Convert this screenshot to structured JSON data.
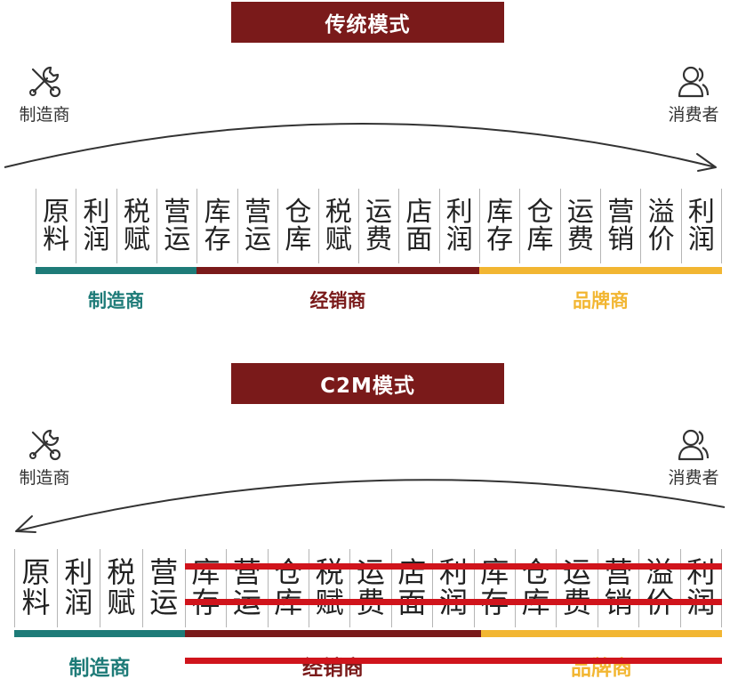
{
  "sections": {
    "traditional": {
      "title": "传统模式",
      "manufacturer_label": "制造商",
      "consumer_label": "消费者",
      "cells": [
        [
          "原",
          "料"
        ],
        [
          "利",
          "润"
        ],
        [
          "税",
          "赋"
        ],
        [
          "营",
          "运"
        ],
        [
          "库",
          "存"
        ],
        [
          "营",
          "运"
        ],
        [
          "仓",
          "库"
        ],
        [
          "税",
          "赋"
        ],
        [
          "运",
          "费"
        ],
        [
          "店",
          "面"
        ],
        [
          "利",
          "润"
        ],
        [
          "库",
          "存"
        ],
        [
          "仓",
          "库"
        ],
        [
          "运",
          "费"
        ],
        [
          "营",
          "销"
        ],
        [
          "溢",
          "价"
        ],
        [
          "利",
          "润"
        ]
      ],
      "segments": [
        {
          "label": "制造商",
          "color": "#1e7b78"
        },
        {
          "label": "经销商",
          "color": "#7a1a1a"
        },
        {
          "label": "品牌商",
          "color": "#f2b632"
        }
      ]
    },
    "c2m": {
      "title": "C2M模式",
      "manufacturer_label": "制造商",
      "consumer_label": "消费者",
      "cells": [
        [
          "原",
          "料"
        ],
        [
          "利",
          "润"
        ],
        [
          "税",
          "赋"
        ],
        [
          "营",
          "运"
        ],
        [
          "库",
          "存"
        ],
        [
          "营",
          "运"
        ],
        [
          "仓",
          "库"
        ],
        [
          "税",
          "赋"
        ],
        [
          "运",
          "费"
        ],
        [
          "店",
          "面"
        ],
        [
          "利",
          "润"
        ],
        [
          "库",
          "存"
        ],
        [
          "仓",
          "库"
        ],
        [
          "运",
          "费"
        ],
        [
          "营",
          "销"
        ],
        [
          "溢",
          "价"
        ],
        [
          "利",
          "润"
        ]
      ],
      "segments": [
        {
          "label": "制造商",
          "color": "#1e7b78"
        },
        {
          "label": "经销商",
          "color": "#7a1a1a"
        },
        {
          "label": "品牌商",
          "color": "#f2b632"
        }
      ],
      "strike_color": "#d0141c"
    }
  },
  "icons": {
    "manufacturer": "tools-icon",
    "consumer": "users-icon"
  }
}
